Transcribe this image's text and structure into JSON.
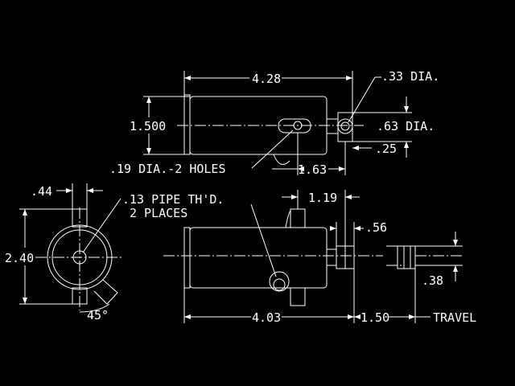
{
  "dimensions": {
    "body_length": "4.28",
    "body_diameter": "1.500",
    "rod_end_hole_dia": ".33 DIA.",
    "rod_end_dia": ".63 DIA.",
    "rod_end_offset": ".25",
    "mount_holes": ".19 DIA.-2 HOLES",
    "hole_offset": "1.63",
    "port_width": ".44",
    "pipe_thread": ".13 PIPE TH'D.",
    "pipe_thread_count": "2 PLACES",
    "end_view_height": "2.40",
    "port_angle": "45°",
    "port_to_end": "1.19",
    "rod_clevis": ".56",
    "rod_end_height": ".38",
    "port_length": "4.03",
    "stroke": "1.50",
    "travel_label": "TRAVEL"
  },
  "colors": {
    "background": "#000000",
    "line": "#ffffff"
  }
}
